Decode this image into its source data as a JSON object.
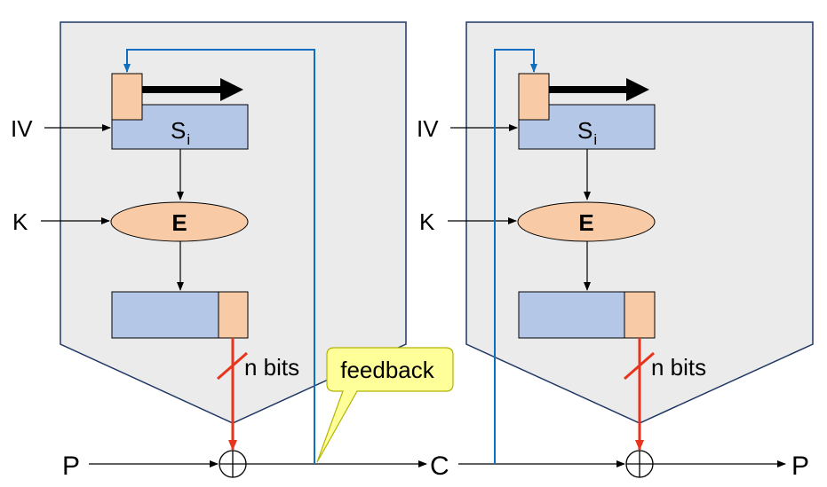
{
  "encrypt": {
    "iv_label": "IV",
    "key_label": "K",
    "register_label": "S",
    "register_subscript": "i",
    "cipher_label": "E",
    "bits_label": "n bits",
    "input_label": "P",
    "output_label": "C"
  },
  "decrypt": {
    "iv_label": "IV",
    "key_label": "K",
    "register_label": "S",
    "register_subscript": "i",
    "cipher_label": "E",
    "bits_label": "n bits",
    "output_label": "P"
  },
  "callout": {
    "text": "feedback"
  },
  "colors": {
    "block_fill": "#ebebeb",
    "block_stroke": "#1f3864",
    "register_fill": "#b4c7e7",
    "selection_fill": "#f8cba6",
    "red_path": "#e8341c",
    "feedback_line": "#0f6ebd",
    "callout_fill": "#ffff99",
    "callout_stroke": "#b3b300"
  }
}
